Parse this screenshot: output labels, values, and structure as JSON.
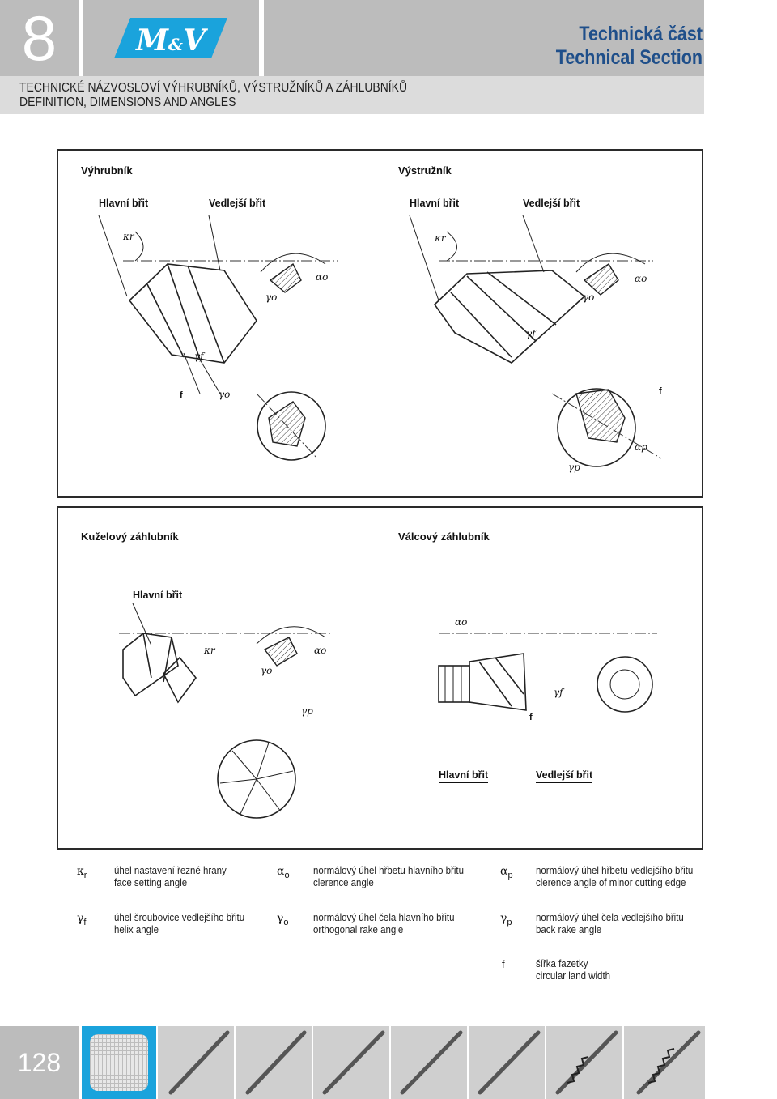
{
  "header": {
    "chapter": "8",
    "logo_text": "M&V",
    "title_cz": "Technická část",
    "title_en": "Technical Section",
    "subtitle_cz": "TECHNICKÉ NÁZVOSLOVÍ VÝHRUBNÍKŮ, VÝSTRUŽNÍKŮ A ZÁHLUBNÍKŮ",
    "subtitle_en": "DEFINITION, DIMENSIONS AND ANGLES"
  },
  "panel_top": {
    "left_title": "Výhrubník",
    "right_title": "Výstružník",
    "left_main_edge": "Hlavní břit",
    "left_minor_edge": "Vedlejší břit",
    "right_main_edge": "Hlavní břit",
    "right_minor_edge": "Vedlejší břit"
  },
  "panel_bottom": {
    "left_title": "Kuželový záhlubník",
    "right_title": "Válcový záhlubník",
    "left_main_edge": "Hlavní břit",
    "right_main_edge": "Hlavní břit",
    "right_minor_edge": "Vedlejší břit"
  },
  "diagram_symbols": {
    "kappa_r": "κr",
    "alpha_o": "αo",
    "gamma_o": "γo",
    "gamma_f": "γf",
    "gamma_p": "γp",
    "alpha_p": "αp",
    "f": "f"
  },
  "legend": [
    {
      "symbol": "κ",
      "sub": "r",
      "cz": "úhel nastavení řezné hrany",
      "en": "face setting angle"
    },
    {
      "symbol": "α",
      "sub": "o",
      "cz": "normálový úhel hřbetu hlavního břitu",
      "en": "clerence angle"
    },
    {
      "symbol": "α",
      "sub": "p",
      "cz": "normálový úhel hřbetu vedlejšího břitu",
      "en": "clerence angle of minor cutting edge"
    },
    {
      "symbol": "γ",
      "sub": "f",
      "cz": "úhel šroubovice vedlejšího břitu",
      "en": "helix angle"
    },
    {
      "symbol": "γ",
      "sub": "o",
      "cz": "normálový úhel čela hlavního břitu",
      "en": "orthogonal rake angle"
    },
    {
      "symbol": "γ",
      "sub": "p",
      "cz": "normálový úhel čela vedlejšího břitu",
      "en": "back rake angle"
    },
    {
      "symbol": "f",
      "sub": "",
      "cz": "šířka fazetky",
      "en": "circular land width"
    }
  ],
  "footer": {
    "page_number": "128",
    "accent_color": "#1aa3dc"
  }
}
